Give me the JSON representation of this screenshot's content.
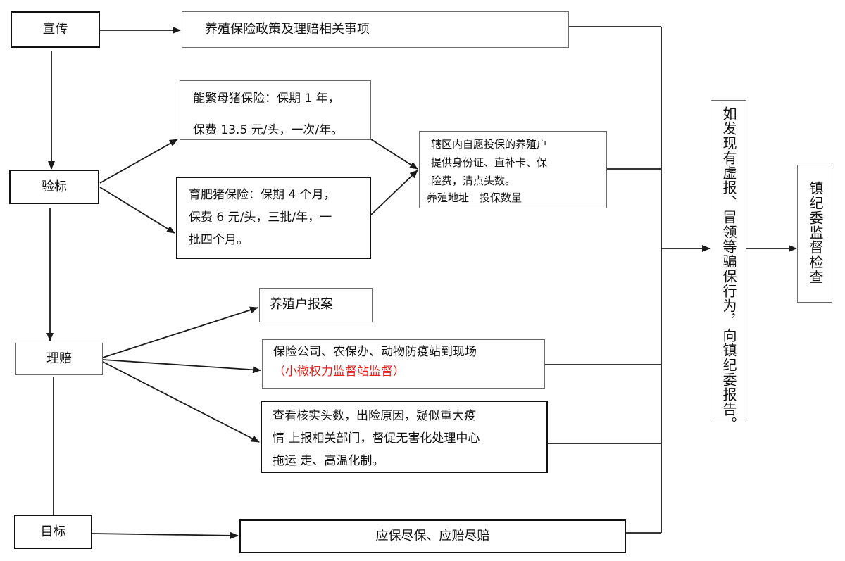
{
  "left_column": {
    "publicity": "宣传",
    "inspection": "验标",
    "claims": "理赔",
    "goal": "目标"
  },
  "publicity_box": "养殖保险政策及理赔相关事项",
  "sow_insurance": {
    "line1": "能繁母猪保险：保期 1 年，",
    "line2": "保费 13.5 元/头，一次/年。"
  },
  "fattening_insurance": {
    "line1": "育肥猪保险：保期 4 个月，",
    "line2": "保费 6 元/头，三批/年，一",
    "line3": "批四个月。"
  },
  "farmer_info": {
    "line1": "辖区内自愿投保的养殖户",
    "line2": "提供身份证、直补卡、保",
    "line3": "险费，清点头数。",
    "line4": "养殖地址　投保数量"
  },
  "report_box": "养殖户报案",
  "onsite_box": {
    "line1": "保险公司、农保办、动物防疫站到现场",
    "line2": "（小微权力监督站监督）"
  },
  "verify_box": {
    "line1": "查看核实头数，出险原因，疑似重大疫",
    "line2": "情 上报相关部门，督促无害化处理中心",
    "line3": "拖运 走、高温化制。"
  },
  "goal_box": "应保尽保、应赔尽赔",
  "fraud_report": "如发现有虚报、冒领等骗保行为，向镇纪委报告。",
  "discipline_check": "镇纪委监督检查",
  "colors": {
    "line": "#1a1a1a",
    "thin_border": "#6b6b6b",
    "highlight": "#e0201a"
  }
}
